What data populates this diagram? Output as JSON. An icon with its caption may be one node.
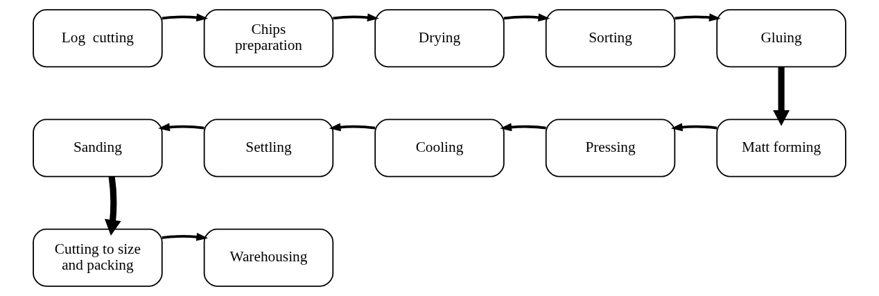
{
  "diagram": {
    "nodes": [
      {
        "text": [
          "Log  cutting"
        ]
      },
      {
        "text": [
          "Chips preparation"
        ]
      },
      {
        "text": [
          "Drying"
        ]
      },
      {
        "text": [
          "Sorting"
        ]
      },
      {
        "text": [
          "Gluing"
        ]
      },
      {
        "text": [
          "Matt forming"
        ]
      },
      {
        "text": [
          "Pressing"
        ]
      },
      {
        "text": [
          "Cooling"
        ]
      },
      {
        "text": [
          "Settling"
        ]
      },
      {
        "text": [
          "Sanding"
        ]
      },
      {
        "text": [
          "Cutting to size and packing"
        ]
      },
      {
        "text": [
          "Warehousing"
        ]
      }
    ],
    "edges": [
      {
        "from": 0,
        "to": 1,
        "arrow": "to"
      },
      {
        "from": 1,
        "to": 2,
        "arrow": "to"
      },
      {
        "from": 2,
        "to": 3,
        "arrow": "to"
      },
      {
        "from": 3,
        "to": 4,
        "arrow": "to"
      },
      {
        "from": 4,
        "to": 5,
        "arrow": "to",
        "style": "thick"
      },
      {
        "from": 5,
        "to": 6,
        "arrow": "to"
      },
      {
        "from": 6,
        "to": 7,
        "arrow": "to"
      },
      {
        "from": 7,
        "to": 8,
        "arrow": "to"
      },
      {
        "from": 8,
        "to": 9,
        "arrow": "to"
      },
      {
        "from": 9,
        "to": 10,
        "arrow": "to",
        "style": "thick"
      },
      {
        "from": 10,
        "to": 11,
        "arrow": "to"
      }
    ]
  }
}
